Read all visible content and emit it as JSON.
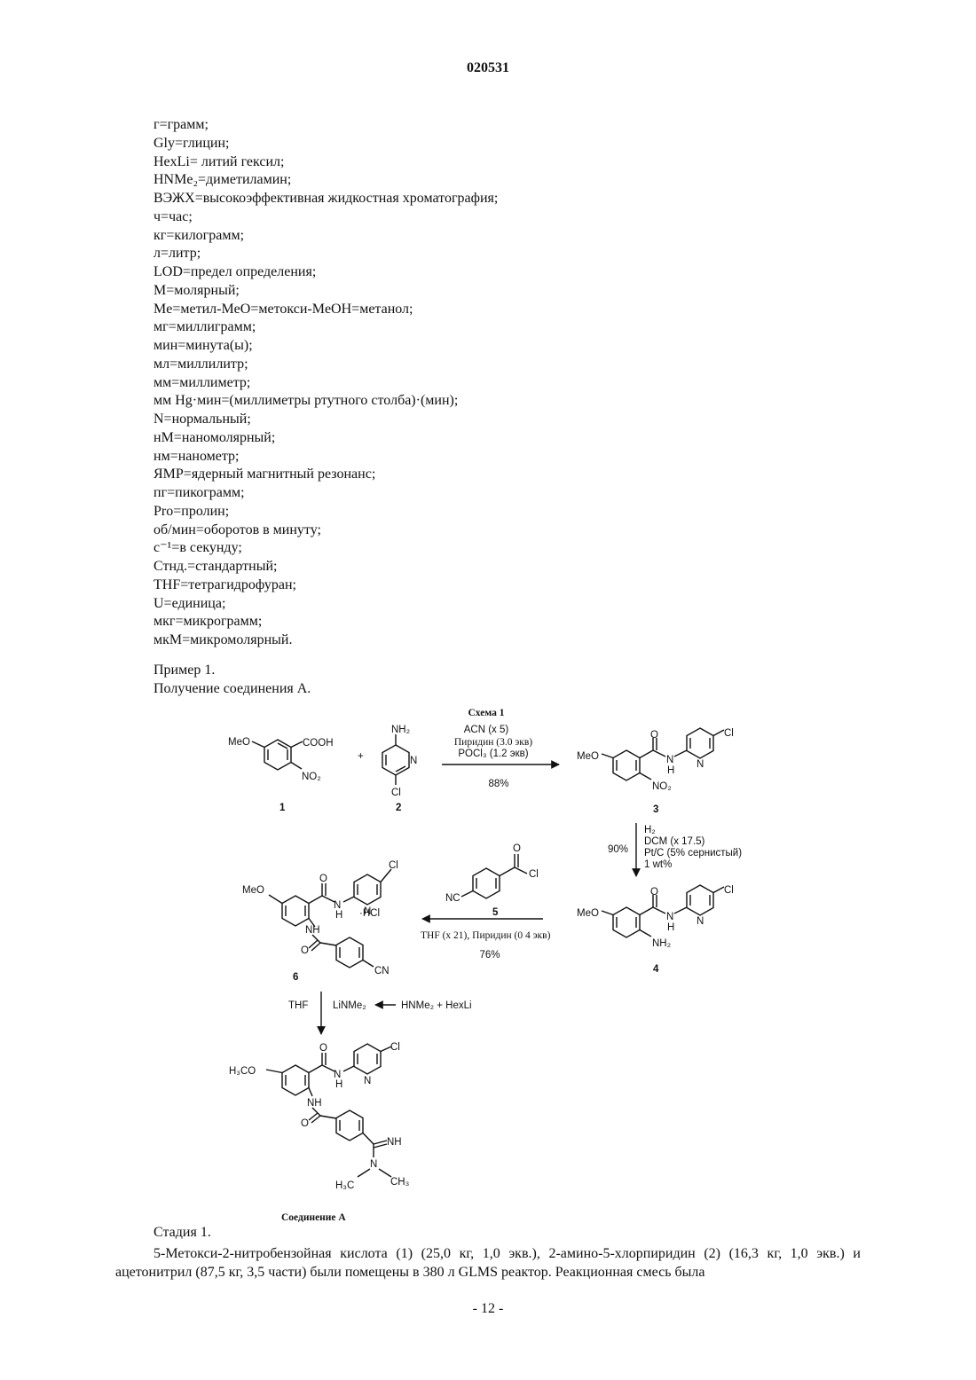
{
  "header": {
    "doc_number": "020531"
  },
  "abbreviations": [
    "г=грамм;",
    "Gly=глицин;",
    "HexLi= литий гексил;",
    "HNMe₂=диметиламин;",
    "ВЭЖХ=высокоэффективная жидкостная хроматография;",
    "ч=час;",
    "кг=килограмм;",
    "л=литр;",
    "LOD=предел определения;",
    "М=молярный;",
    "Me=метил-MeO=метокси-MeOH=метанол;",
    "мг=миллиграмм;",
    "мин=минута(ы);",
    "мл=миллилитр;",
    "мм=миллиметр;",
    "мм Hg·мин=(миллиметры ртутного столба)·(мин);",
    "N=нормальный;",
    "нМ=наномолярный;",
    "нм=нанометр;",
    "ЯМР=ядерный магнитный резонанс;",
    "пг=пикограмм;",
    "Pro=пролин;",
    "об/мин=оборотов в минуту;",
    "с⁻¹=в секунду;",
    "Стнд.=стандартный;",
    "THF=тетрагидрофуран;",
    "U=единица;",
    "мкг=микрограмм;",
    "мкМ=микромолярный."
  ],
  "example": {
    "title": "Пример 1.",
    "subtitle": "Получение соединения А."
  },
  "scheme": {
    "title": "Схема 1",
    "step1": {
      "reagent1": "ACN (x 5)",
      "reagent2": "Пиридин (3.0 экв)",
      "reagent3": "POCl₃ (1.2 экв)",
      "yield": "88%"
    },
    "step2": {
      "yield": "90%",
      "reagent1": "H₂",
      "reagent2": "DCM (x 17.5)",
      "reagent3": "Pt/C (5% сернистый)",
      "reagent4": "1 wt%"
    },
    "step3": {
      "reagent1": "THF (x 21), Пиридин (0 4 экв)",
      "yield": "76%"
    },
    "step4": {
      "solvent": "THF",
      "reagent": "LiNMe₂",
      "source": "HNMe₂ + HexLi"
    },
    "labels": {
      "c1": "1",
      "c2": "2",
      "c3": "3",
      "c4": "4",
      "c5": "5",
      "c6": "6",
      "plus": "+",
      "final": "Соединение А"
    },
    "atoms": {
      "meo": "MeO",
      "h3co": "H₃CO",
      "cooh": "COOH",
      "no2": "NO₂",
      "nh2": "NH₂",
      "n": "N",
      "cl": "Cl",
      "o": "O",
      "h": "H",
      "nh": "NH",
      "hcl": "·HCl",
      "nc": "NC",
      "cn": "CN",
      "nh_imine": "NH",
      "h3c": "H₃C",
      "ch3": "CH₃"
    }
  },
  "stage": {
    "title": "Стадия 1."
  },
  "body_text": "5-Метокси-2-нитробензойная кислота (1) (25,0 кг, 1,0 экв.), 2-амино-5-хлорпиридин (2) (16,3 кг, 1,0 экв.) и ацетонитрил (87,5 кг, 3,5 части) были помещены в 380 л GLMS реактор. Реакционная смесь была",
  "footer": {
    "page_number": "- 12 -"
  }
}
